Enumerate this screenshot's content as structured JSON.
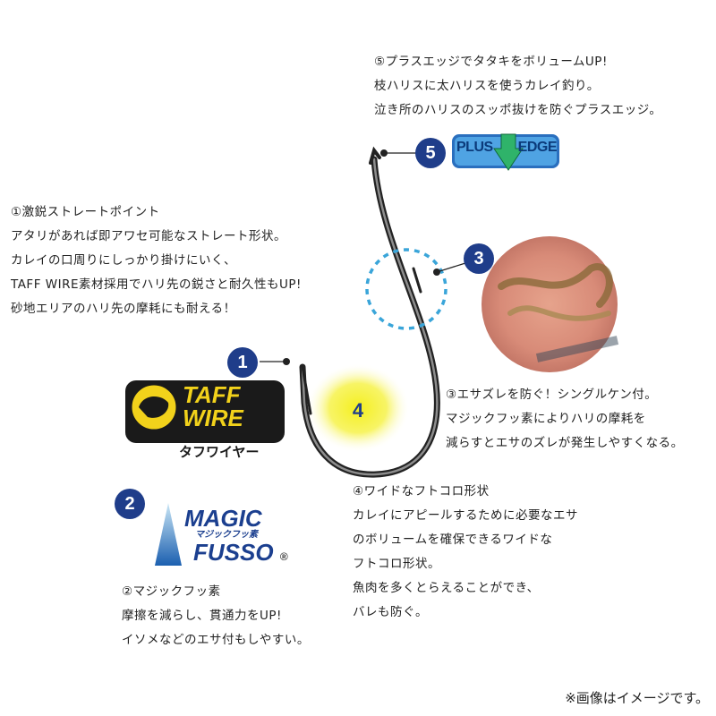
{
  "feature5": {
    "number": "5",
    "lines": [
      "⑤プラスエッジでタタキをボリュームUP!",
      "枝ハリスに太ハリスを使うカレイ釣り。",
      "泣き所のハリスのスッポ抜けを防ぐプラスエッジ。"
    ],
    "logo_text_left": "PLUS",
    "logo_text_right": "EDGE"
  },
  "feature1": {
    "number": "1",
    "lines": [
      "①激鋭ストレートポイント",
      "アタリがあれば即アワセ可能なストレート形状。",
      "カレイの口周りにしっかり掛けにいく、",
      "TAFF WIRE素材採用でハリ先の鋭さと耐久性もUP!",
      "砂地エリアのハリ先の摩耗にも耐える！"
    ],
    "logo_line1": "TAFF",
    "logo_line2": "WIRE",
    "logo_kana": "タフワイヤー"
  },
  "feature3": {
    "number": "3",
    "lines": [
      "③エサズレを防ぐ！シングルケン付。",
      "マジックフッ素によりハリの摩耗を",
      "減らすとエサのズレが発生しやすくなる。"
    ]
  },
  "feature4": {
    "number": "4",
    "lines": [
      "④ワイドなフトコロ形状",
      "カレイにアピールするために必要なエサ",
      "のボリュームを確保できるワイドな",
      "フトコロ形状。",
      "魚肉を多くとらえることができ、",
      "バレも防ぐ。"
    ]
  },
  "feature2": {
    "number": "2",
    "lines": [
      "②マジックフッ素",
      "摩擦を減らし、貫通力をUP!",
      "イソメなどのエサ付もしやすい。"
    ],
    "logo_line1": "MAGIC",
    "logo_kana": "マジックフッ素",
    "logo_line2": "FUSSO",
    "logo_mark": "®"
  },
  "footnote": "※画像はイメージです。",
  "colors": {
    "badge": "#1f3d8a",
    "glow": "#f4ef1e",
    "taff_yellow": "#f2d21b",
    "magic_blue": "#1b3f8f",
    "plus_edge": "#3a8fd6",
    "dashed_circle": "#3aa5d9"
  }
}
